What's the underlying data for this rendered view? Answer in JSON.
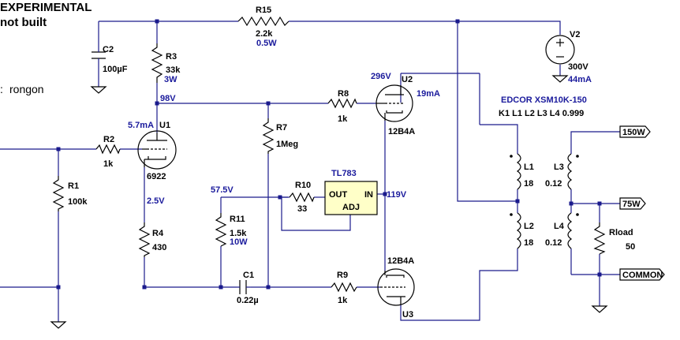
{
  "header": {
    "line1": "EXPERIMENTAL",
    "line2": "not built"
  },
  "side_note": {
    "dots": ":",
    "text": "rongon"
  },
  "components": {
    "r15": {
      "name": "R15",
      "value": "2.2k",
      "power": "0.5W"
    },
    "c2": {
      "name": "C2",
      "value": "100µF"
    },
    "r3": {
      "name": "R3",
      "value": "33k",
      "power": "3W"
    },
    "v2": {
      "name": "V2",
      "value": "300V",
      "current": "44mA"
    },
    "r8": {
      "name": "R8",
      "value": "1k"
    },
    "u2": {
      "name": "U2",
      "type": "12B4A",
      "current": "19mA"
    },
    "u1": {
      "name": "U1",
      "type": "6922",
      "current": "5.7mA"
    },
    "r7": {
      "name": "R7",
      "value": "1Meg"
    },
    "r2": {
      "name": "R2",
      "value": "1k"
    },
    "r1": {
      "name": "R1",
      "value": "100k"
    },
    "tl783": {
      "name": "TL783",
      "out": "OUT",
      "in": "IN",
      "adj": "ADJ"
    },
    "r10": {
      "name": "R10",
      "value": "33"
    },
    "r11": {
      "name": "R11",
      "value": "1.5k",
      "power": "10W"
    },
    "r4": {
      "name": "R4",
      "value": "430"
    },
    "c1": {
      "name": "C1",
      "value": "0.22µ"
    },
    "r9": {
      "name": "R9",
      "value": "1k"
    },
    "u3": {
      "name": "U3",
      "type": "12B4A"
    },
    "l1": {
      "name": "L1",
      "value": "18"
    },
    "l2": {
      "name": "L2",
      "value": "18"
    },
    "l3": {
      "name": "L3",
      "value": "0.12"
    },
    "l4": {
      "name": "L4",
      "value": "0.12"
    },
    "rload": {
      "name": "Rload",
      "value": "50"
    }
  },
  "nodes": {
    "v296": "296V",
    "v98": "98V",
    "v57": "57.5V",
    "v119": "119V",
    "v25": "2.5V"
  },
  "transformer": {
    "title": "EDCOR  XSM10K-150",
    "coupling": "K1 L1 L2 L3 L4 0.999"
  },
  "ports": {
    "p150": "150W",
    "p75": "75W",
    "common": "COMMON"
  }
}
